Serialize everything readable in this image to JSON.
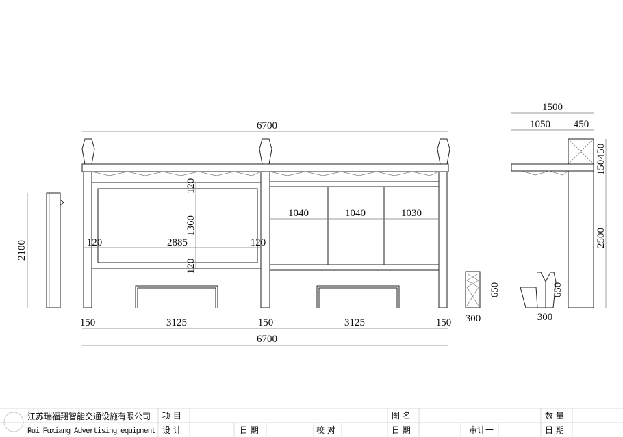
{
  "front_view": {
    "overall_top": "6700",
    "overall_bottom": "6700",
    "bottom_dims": [
      "150",
      "3125",
      "150",
      "3125",
      "150"
    ],
    "panel": {
      "top_frame": "120",
      "height": "1360",
      "bottom_frame": "120",
      "left_frame": "120",
      "width": "2885",
      "right_frame": "120"
    },
    "doors": [
      "1040",
      "1040",
      "1030"
    ]
  },
  "side_view_left": {
    "height": "2100"
  },
  "side_view_right": {
    "total_depth": "1500",
    "roof_depth": "1050",
    "post_depth": "450",
    "finial_height": "450",
    "roof_thickness": "150",
    "post_height": "2500"
  },
  "bin_front": {
    "height": "650",
    "width": "300"
  },
  "bin_side": {
    "height": "650",
    "width": "300"
  },
  "title_block": {
    "company_cn": "江苏瑞福翔智能交通设施有限公司",
    "company_en": "Rui Fuxiang Advertising equipment",
    "project_label": "项 目",
    "drawing_name_label": "图 名",
    "quantity_label": "数 量",
    "designer_label": "设 计",
    "date_label_1": "日 期",
    "checker_label": "校 对",
    "date_label_2": "日 期",
    "reviewer_label": "审计一",
    "date_label_3": "日 期"
  }
}
